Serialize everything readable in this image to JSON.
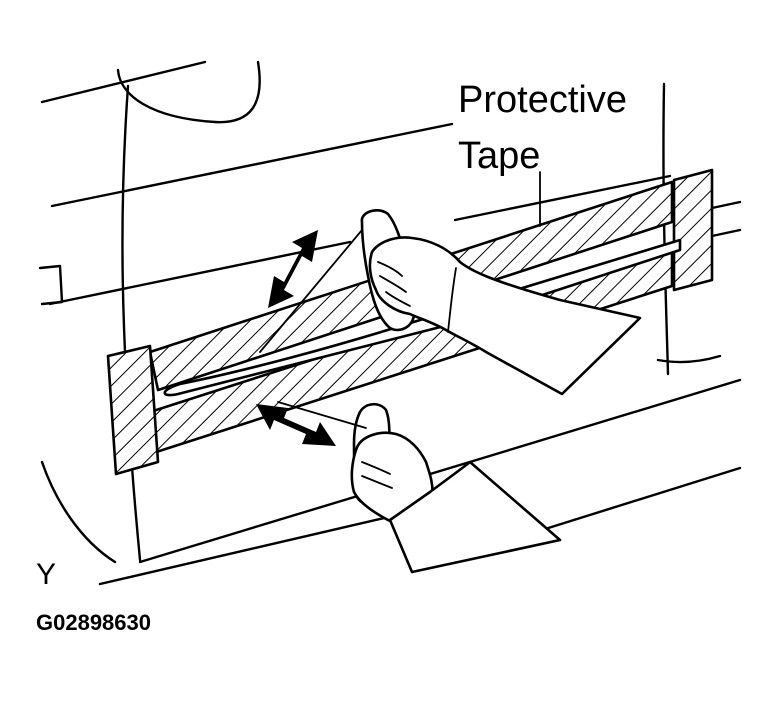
{
  "labels": {
    "protective_tape_line1": "Protective",
    "protective_tape_line2": "Tape",
    "view_letter": "Y",
    "figure_code": "G02898630"
  },
  "colors": {
    "ink": "#000000",
    "background": "#ffffff"
  },
  "icons": [
    "hatched-protective-tape",
    "double-headed-arrow",
    "gloved-hand",
    "cloth-pad"
  ]
}
